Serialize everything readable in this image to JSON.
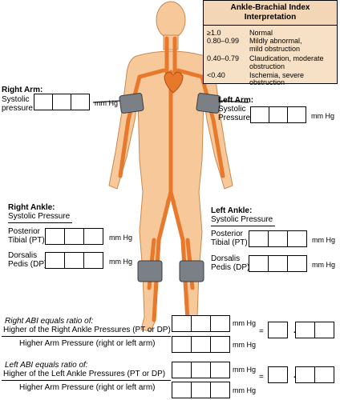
{
  "legend": {
    "title": "Ankle-Brachial Index",
    "subtitle": "Interpretation",
    "rows": [
      {
        "range": "≥1.0",
        "meaning": "Normal"
      },
      {
        "range": "0.80–0.99",
        "meaning": "Mildly abnormal,",
        "meaning2": "mild obstruction"
      },
      {
        "range": "0.40–0.79",
        "meaning": "Claudication, moderate",
        "meaning2": "obstruction"
      },
      {
        "range": "<0.40",
        "meaning": "Ischemia, severe",
        "meaning2": "obstruction"
      }
    ]
  },
  "right_arm": {
    "title": "Right Arm:",
    "label1": "Systolic",
    "label2": "pressure",
    "unit": "mm Hg"
  },
  "left_arm": {
    "title": "Left Arm:",
    "label1": "Systolic",
    "label2": "Pressure",
    "unit": "mm Hg"
  },
  "right_ankle": {
    "title": "Right Ankle:",
    "subtitle": "Systolic Pressure",
    "pt1": "Posterior",
    "pt2": "Tibial (PT)",
    "dp1": "Dorsalis",
    "dp2": "Pedis (DP)",
    "unit": "mm Hg"
  },
  "left_ankle": {
    "title": "Left Ankle:",
    "subtitle": "Systolic Pressure",
    "pt1": "Posterior",
    "pt2": "Tibial (PT)",
    "dp1": "Dorsalis",
    "dp2": "Pedis (DP)",
    "unit": "mm Hg"
  },
  "right_abi": {
    "heading": "Right ABI equals ratio of:",
    "numerator": "Higher of the Right Ankle Pressures (PT or DP)",
    "denominator": "Higher Arm Pressure (right or left arm)",
    "unit": "mm Hg",
    "equals": "=",
    "dot": "."
  },
  "left_abi": {
    "heading": "Left ABI equals ratio of:",
    "numerator": "Higher of the Left Ankle Pressures (PT or DP)",
    "denominator": "Higher Arm Pressure (right or left arm)",
    "unit": "mm Hg",
    "equals": "=",
    "dot": "."
  },
  "colors": {
    "body": "#f7c99a",
    "artery": "#e8782c",
    "cuff": "#7b7f86",
    "legend_bg": "#f6e1c6"
  }
}
